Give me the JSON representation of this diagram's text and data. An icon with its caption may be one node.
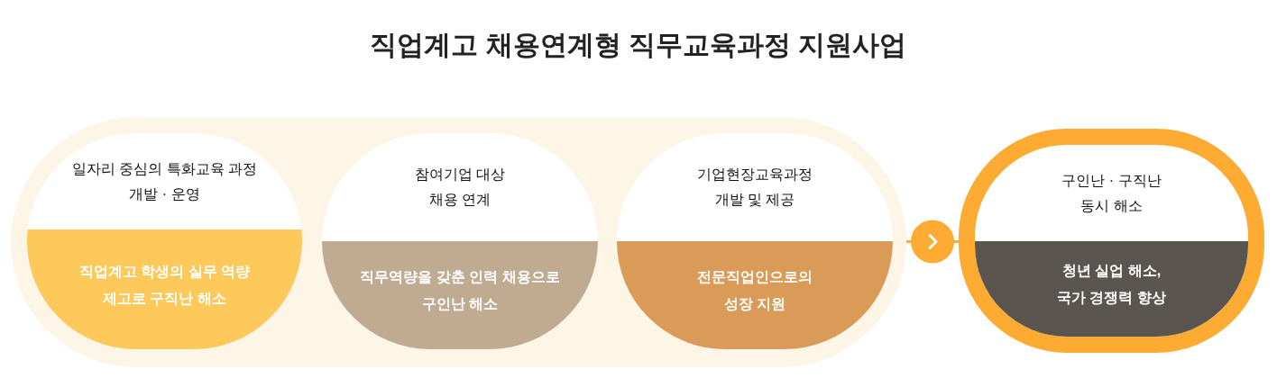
{
  "diagram": {
    "title": "직업계고 채용연계형 직무교육과정 지원사업",
    "nodes": [
      {
        "text": [],
        "shape": "box"
      },
      {
        "text": [
          "일자리 중심의 특화교육 과정 개발 · 운영",
          "직업계고 학생의 실무 역량 제고로 구직난 해소"
        ],
        "in": 0
      },
      {
        "text": [
          "참여기업 대상 채용 연계",
          "직무역량을 갖춘 인력 채용으로 구인난 해소"
        ],
        "in": 0
      },
      {
        "text": [
          "기업현장교육과정 개발 및 제공",
          "전문직업인으로의 성장 지원"
        ],
        "in": 0
      },
      {
        "text": [
          "구인난 · 구직난 동시 해소",
          "청년 실업 해소, 국가 경쟁력 향상"
        ]
      }
    ],
    "edges": [
      {
        "from": 0,
        "to": 4,
        "arrow": "to"
      }
    ]
  }
}
